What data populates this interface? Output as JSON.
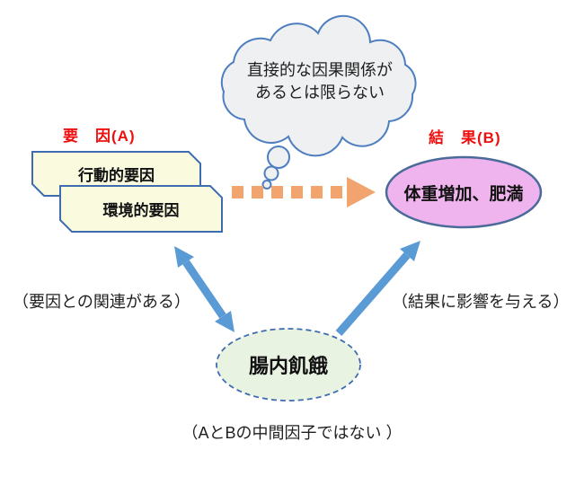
{
  "diagram": {
    "cloud": {
      "line1": "直接的な因果関係が",
      "line2": "あるとは限らない"
    },
    "cause_label": "要　因(A)",
    "effect_label": "結　果(B)",
    "factor_boxes": [
      {
        "label": "行動的要因"
      },
      {
        "label": "環境的要因"
      }
    ],
    "result_node": "体重増加、肥満",
    "mediator_node": "腸内飢餓",
    "caption_left": "（要因との関連がある）",
    "caption_right": "（結果に影響を与える）",
    "caption_bottom": "（AとBの中間因子ではない ）",
    "colors": {
      "red_label": "#ee1010",
      "cloud_fill": "#eff0f2",
      "cloud_border": "#4d7ebf",
      "box_fill": "#fafadf",
      "box_border": "#3e6cb0",
      "dashed_arrow": "#f2a46f",
      "blue_arrow": "#5b9bd5",
      "result_fill": "#efb3ed",
      "result_border": "#4a6b99",
      "mediator_fill": "#e9f3e2",
      "mediator_border": "#3e6cb0"
    }
  }
}
